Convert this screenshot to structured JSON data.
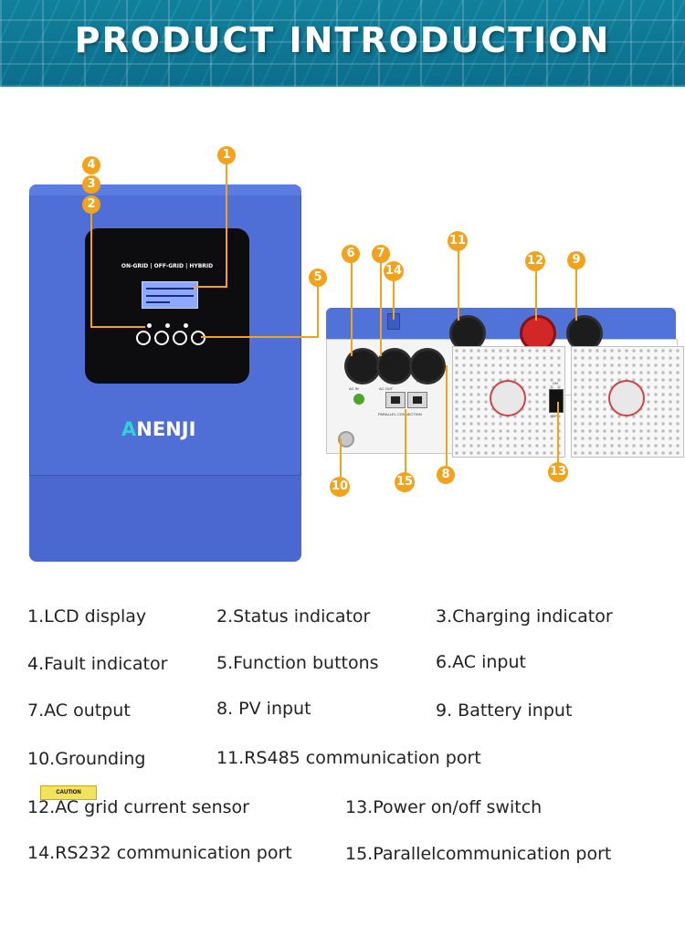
{
  "banner": {
    "title": "PRODUCT INTRODUCTION"
  },
  "front_unit": {
    "panel_label": "ON-GRID | OFF-GRID | HYBRID",
    "logo_text": "NENJI",
    "logo_prefix": "A",
    "caution_label": "CAUTION"
  },
  "back_unit": {
    "ac_in": "AC IN",
    "ac_out": "AC OUT",
    "pv_in": "PV IN",
    "parallel": "PARALLEL CONNECTION",
    "switch_on": "ON",
    "switch_off": "OFF"
  },
  "markers": [
    "1",
    "2",
    "3",
    "4",
    "5",
    "6",
    "7",
    "8",
    "9",
    "10",
    "11",
    "12",
    "13",
    "14",
    "15"
  ],
  "legend": [
    "1.LCD display",
    "2.Status indicator",
    "3.Charging indicator",
    "4.Fault indicator",
    "5.Function buttons",
    "6.AC input",
    "7.AC output",
    "8. PV input",
    "9. Battery input",
    "10.Grounding",
    "11.RS485 communication port",
    "12.AC grid current sensor",
    "13.Power on/off switch",
    "14.RS232 communication port",
    "15.Parallelcommunication port"
  ],
  "colors": {
    "accent": "#f2a31b",
    "unit_blue": "#4f6fd6",
    "banner": "#3fb0c4",
    "text": "#222222"
  }
}
